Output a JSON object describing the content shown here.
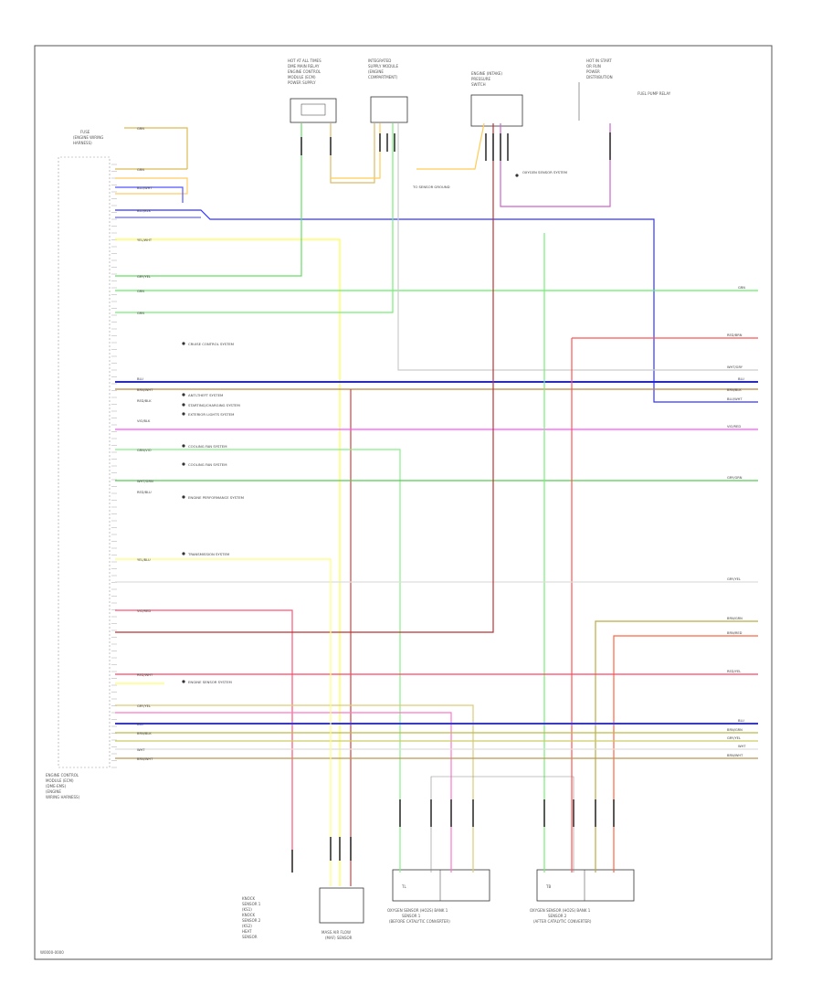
{
  "page": {
    "corner_label": "W0000-0000"
  },
  "components": {
    "ecm": {
      "lines": [
        "ENGINE CONTROL",
        "MODULE (ECM)",
        "(DME-EMS)",
        "(ENGINE",
        "WIRING HARNESS)"
      ]
    },
    "ecm_sub": {
      "lines": [
        "FUSE",
        "(ENGINE WIRING",
        "HARNESS)"
      ]
    },
    "top_left": {
      "lines": [
        "HOT AT ALL TIMES",
        "DME MAIN RELAY",
        "ENGINE CONTROL",
        "MODULE (ECM)",
        "POWER SUPPLY"
      ]
    },
    "top_mid": {
      "lines": [
        "INTEGRATED",
        "SUPPLY MODULE",
        "(ENGINE",
        "COMPARTMENT)"
      ]
    },
    "top_center": {
      "lines": [
        "ENGINE (INTAKE)",
        "PRESSURE",
        "SWITCH"
      ]
    },
    "top_right": {
      "lines": [
        "HOT IN START",
        "OR RUN",
        "POWER",
        "DISTRIBUTION"
      ]
    },
    "bottom_knock": {
      "lines": [
        "KNOCK",
        "SENSOR 1",
        "(KS1)",
        "KNOCK",
        "SENSOR 2",
        "(KS2)",
        "HEAT",
        "SENSOR"
      ]
    },
    "bottom_mass": {
      "lines": [
        "MASS AIR FLOW",
        "(MAF) SENSOR"
      ]
    },
    "bottom_o2a": {
      "lines": [
        "OXYGEN SENSOR (HO2S) BANK 1",
        "SENSOR 1",
        "(BEFORE CATALYTIC CONVERTER)"
      ]
    },
    "bottom_o2b": {
      "lines": [
        "OXYGEN SENSOR (HO2S) BANK 1",
        "SENSOR 2",
        "(AFTER CATALYTIC CONVERTER)"
      ]
    }
  },
  "notes": {
    "n1": "CRUISE CONTROL SYSTEM",
    "n2": "ANTI-THEFT SYSTEM",
    "n3": "STARTING/CHARGING SYSTEM",
    "n4": "EXTERIOR LIGHTS SYSTEM",
    "n5": "COOLING FAN SYSTEM",
    "n6": "COOLING FAN SYSTEM",
    "n7": "ENGINE PERFORMANCE SYSTEM",
    "n8": "TRANSMISSION SYSTEM",
    "n9": "ENGINE SENSOR SYSTEM",
    "n10": "OXYGEN SENSOR SYSTEM",
    "n11": "TO SENSOR GROUND",
    "n12": "FUEL PUMP RELAY"
  },
  "wire_labels": {
    "l1": "GRN",
    "l2": "GRN",
    "l3": "BLU/WHT",
    "l4": "BLU/BLK",
    "l5": "YEL/WHT",
    "l6": "GRY/YEL",
    "l7": "GRN",
    "l8": "GRN",
    "l9": "BLU",
    "l10": "BRN/WHT",
    "l11": "RED/BLK",
    "l12": "VIO/BLK",
    "l13": "GRN/VIO",
    "l14": "WHT/GRN",
    "l15": "RED/BLU",
    "l16": "YEL/BLU",
    "l17": "VIO/RED",
    "l18": "RED/WHT",
    "l19": "GRY/YEL",
    "l20": "BLU",
    "l21": "BRN/BLK",
    "l22": "WHT",
    "l23": "BRN/WHT",
    "r1": "GRN",
    "r2": "RED/BRN",
    "r3": "WHT/GRY",
    "r4": "BLU",
    "r5": "BRN/BLK",
    "r6": "BLU/WHT",
    "r7": "VIO/RED",
    "r8": "GRY/GRN",
    "r9": "GRY/YEL",
    "r10": "BRN/GRN",
    "r11": "BRN/RED",
    "r12": "RED/YEL",
    "r13": "BLU",
    "r14": "BRN/GRN",
    "r15": "GRY/YEL",
    "r16": "WHT",
    "r17": "BRN/WHT"
  },
  "colors": {
    "green": "#33cc33",
    "blue": "#2b2bff",
    "yellow": "#ffff33",
    "red": "#ff3333",
    "darkred": "#aa2222",
    "magenta": "#ff44ff",
    "brown": "#aa7744",
    "orange": "#ffaa33",
    "violet": "#cc66cc",
    "gray": "#bbbbbb",
    "olive": "#bbbb33",
    "frame": "#555555"
  }
}
